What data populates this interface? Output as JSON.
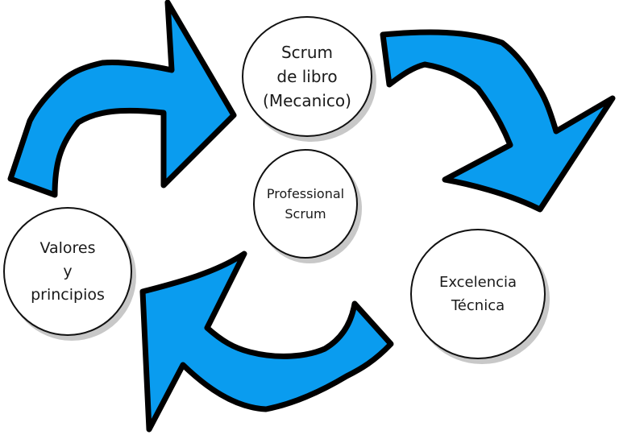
{
  "diagram": {
    "type": "cycle",
    "arrow_color": "#0a9cef",
    "nodes": [
      {
        "id": "scrum-de-libro",
        "label": "Scrum\nde libro\n(Mecanico)"
      },
      {
        "id": "professional-scrum",
        "label": "Professional\nScrum"
      },
      {
        "id": "valores-y-principios",
        "label": "Valores\ny\nprincipios"
      },
      {
        "id": "excelencia-tecnica",
        "label": "Excelencia\nTécnica"
      }
    ],
    "arrows": [
      {
        "from": "valores-y-principios",
        "to": "scrum-de-libro",
        "direction": "clockwise"
      },
      {
        "from": "scrum-de-libro",
        "to": "excelencia-tecnica",
        "direction": "clockwise"
      },
      {
        "from": "excelencia-tecnica",
        "to": "valores-y-principios",
        "direction": "clockwise"
      }
    ]
  }
}
